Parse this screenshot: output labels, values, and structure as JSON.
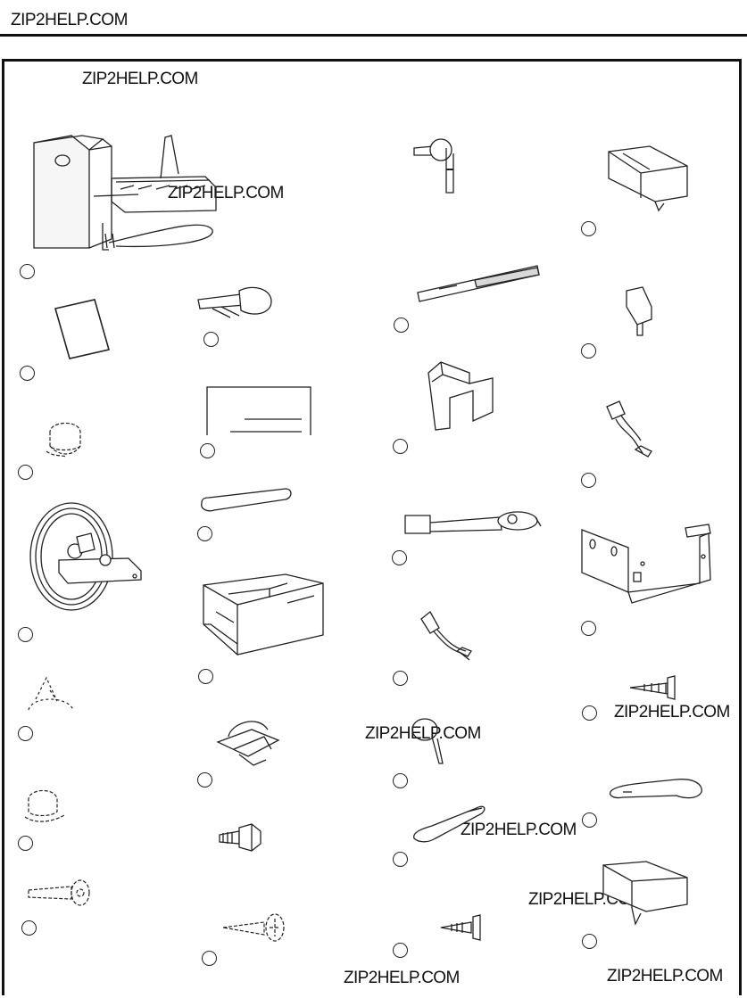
{
  "header": {
    "site": "ZIP2HELP.COM"
  },
  "watermarks": [
    "ZIP2HELP.COM",
    "ZIP2HELP.COM",
    "ZIP2HELP.COM",
    "ZIP2HELP.COM",
    "ZIP2HELP.COM",
    "ZIP2HELP.COM",
    "ZIP2HELP.COM",
    "ZIP2HELP.COM"
  ],
  "parts": [
    "icemaker-assembly-icon",
    "instruction-sheet-icon",
    "water-valve-clamp-icon",
    "water-valve-assembly-icon",
    "tube-clamp-icon",
    "wire-clip-icon",
    "plastic-cap-icon",
    "screw-icon",
    "fill-cup-icon",
    "label-sheet-icon",
    "spacer-icon",
    "ice-bin-icon",
    "spring-clip-icon",
    "hex-bolt-icon",
    "phillips-screw-icon",
    "knob-icon",
    "fill-tube-icon",
    "fill-tube-support-icon",
    "wire-harness-icon",
    "wire-connector-icon",
    "wire-tie-icon",
    "tube-nut-icon",
    "short-screw-icon",
    "shutoff-tray-icon",
    "shield-bracket-icon",
    "harness-lead-icon",
    "mounting-bracket-icon",
    "self-tap-screw-icon",
    "shutoff-arm-icon",
    "bin-support-icon"
  ]
}
